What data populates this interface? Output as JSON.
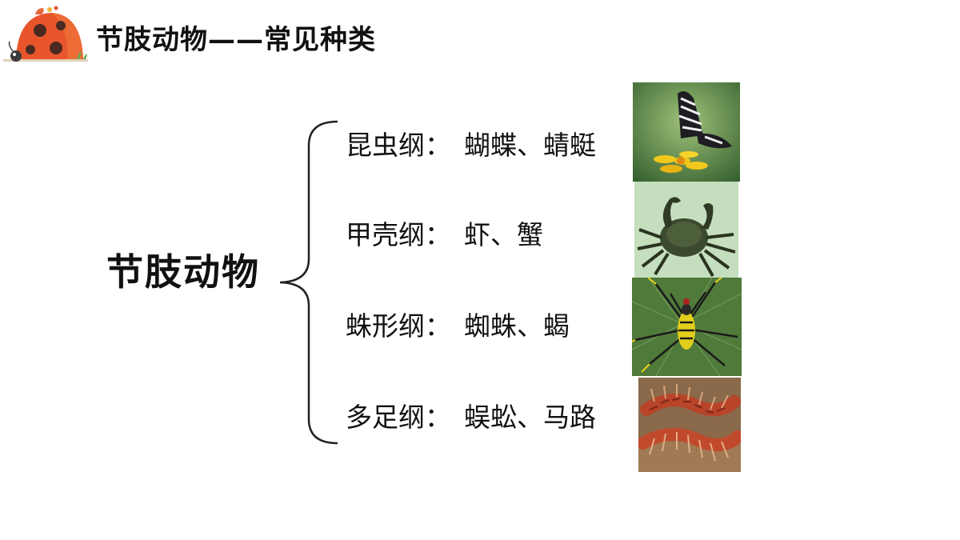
{
  "slide": {
    "title": "节肢动物——常见种类",
    "main_label": "节肢动物"
  },
  "groups": [
    {
      "class_label": "昆虫纲：",
      "examples": "蝴蝶、蜻蜓",
      "photo": "butterfly-photo"
    },
    {
      "class_label": "甲壳纲：",
      "examples": "虾、蟹",
      "photo": "crab-photo"
    },
    {
      "class_label": "蛛形纲：",
      "examples": "蜘蛛、蝎",
      "photo": "spider-photo"
    },
    {
      "class_label": "多足纲：",
      "examples": "蜈蚣、马路",
      "photo": "centipede-photo"
    }
  ],
  "colors": {
    "text": "#111111",
    "ladybug_red": "#e8552b",
    "brace": "#222222"
  }
}
